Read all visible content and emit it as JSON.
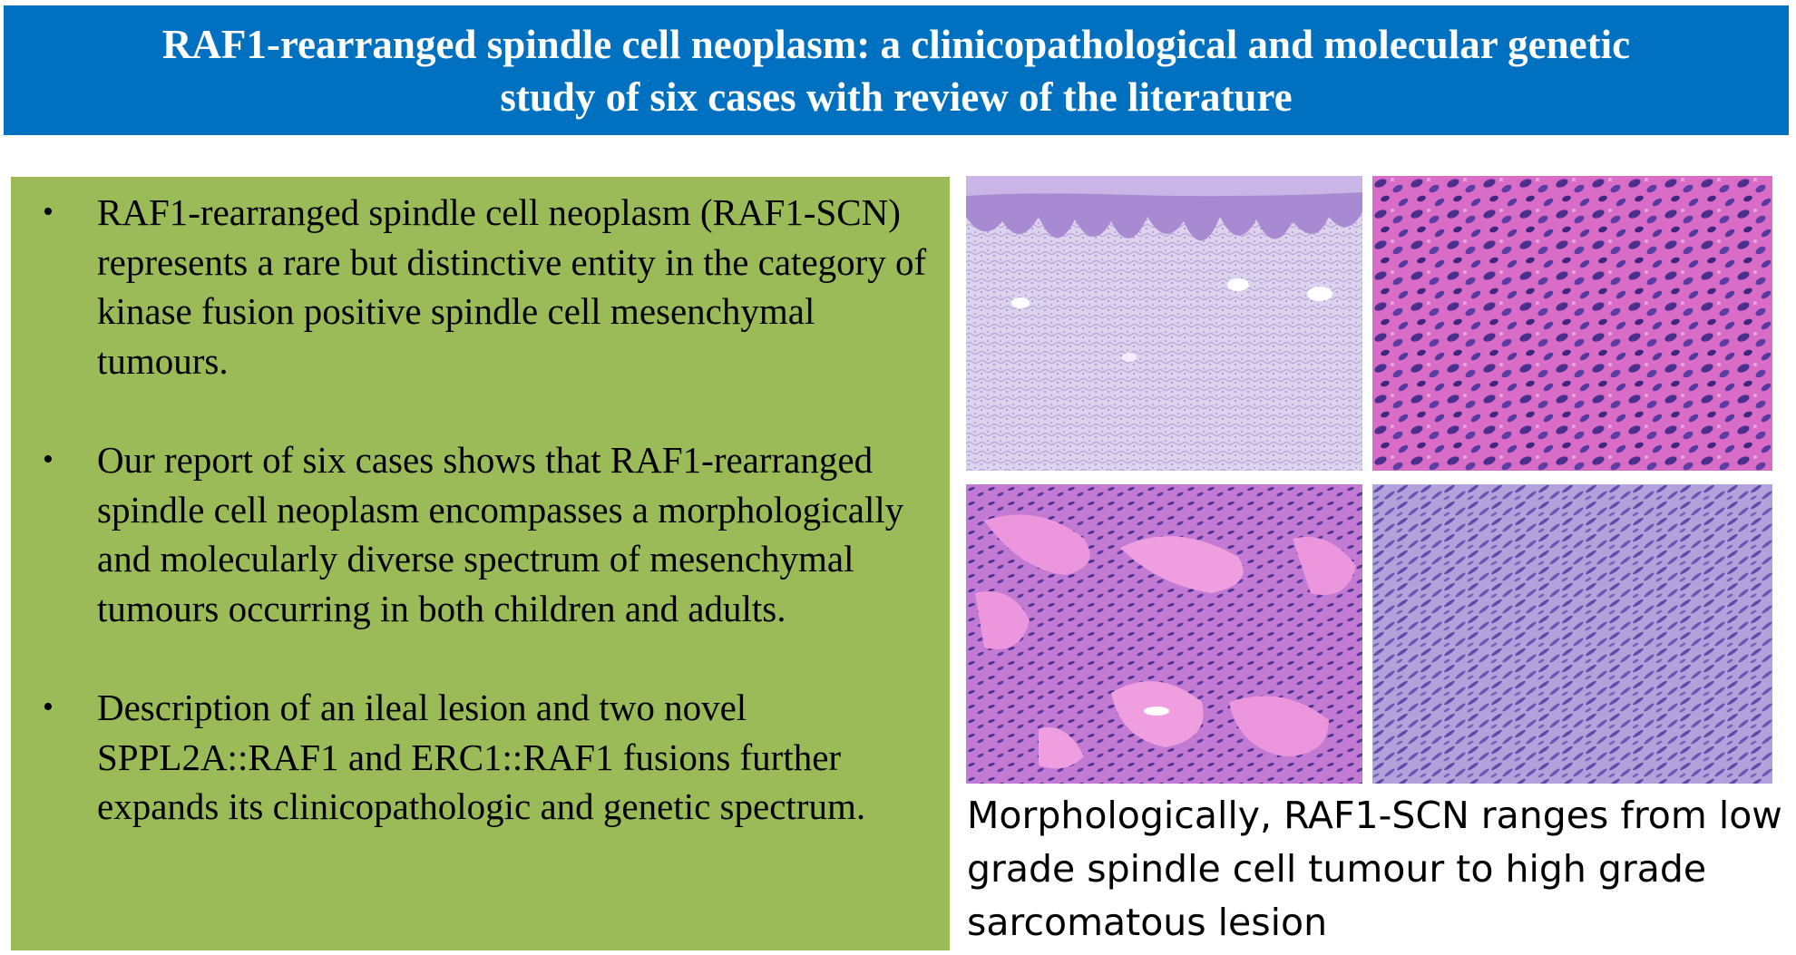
{
  "header": {
    "title_line1": "RAF1-rearranged spindle cell neoplasm: a clinicopathological and molecular genetic",
    "title_line2": "study of six cases with review of the literature"
  },
  "summary": {
    "bullet_symbol": "•",
    "bullets": [
      "RAF1-rearranged spindle cell neoplasm (RAF1-SCN) represents a rare but distinctive entity in the category of kinase fusion positive spindle cell mesenchymal tumours.",
      "Our report of six cases shows that RAF1-rearranged spindle cell neoplasm encompasses a morphologically and molecularly diverse spectrum of mesenchymal tumours occurring in both children and adults.",
      "Description of an ileal lesion and two novel SPPL2A::RAF1 and ERC1::RAF1 fusions further expands its clinicopathologic and genetic spectrum."
    ]
  },
  "figure": {
    "caption": "Morphologically, RAF1-SCN ranges from low grade spindle cell tumour to high grade sarcomatous lesion"
  },
  "colors": {
    "title_bg": "#0070c0",
    "panel_bg": "#9bbb59",
    "stain_pink": "#e9a6dc",
    "stain_purple": "#5a3a9a"
  }
}
